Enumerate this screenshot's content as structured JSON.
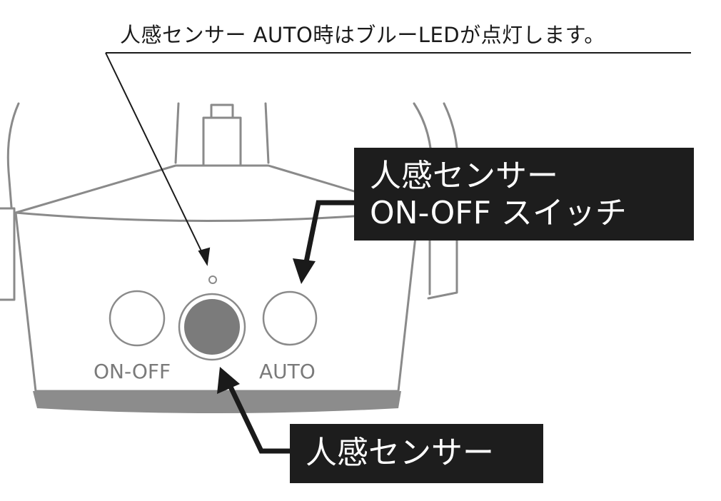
{
  "annotations": {
    "led_note": "人感センサー AUTO時はブルーLEDが点灯します。",
    "switch_callout": {
      "line1": "人感センサー",
      "line2": "ON-OFF スイッチ"
    },
    "sensor_callout": "人感センサー"
  },
  "device": {
    "buttons": [
      {
        "id": "on-off",
        "label": "ON-OFF"
      },
      {
        "id": "sensor",
        "label": ""
      },
      {
        "id": "auto",
        "label": "AUTO"
      }
    ]
  },
  "colors": {
    "outline": "#8a8a8a",
    "sensor_fill": "#7b7b7b",
    "base_band": "#8c8c8c",
    "callout_bg": "#1d1d1d",
    "arrow": "#1a1a1a"
  },
  "icons": {
    "led": "led-indicator-icon"
  }
}
